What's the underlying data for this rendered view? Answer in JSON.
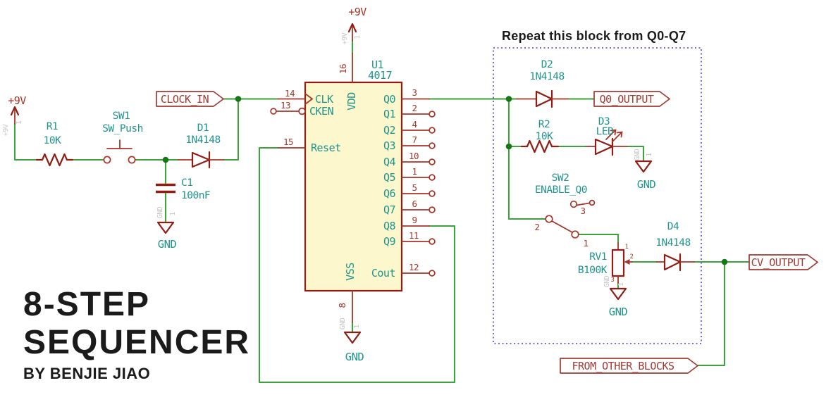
{
  "title": {
    "line1": "8-STEP",
    "line2": "SEQUENCER",
    "byline": "BY BENJIE JIAO"
  },
  "note": "Repeat this block from Q0-Q7",
  "nets": {
    "clock_in": "CLOCK_IN",
    "q0_output": "Q0_OUTPUT",
    "cv_output": "CV_OUTPUT",
    "from_other_blocks": "FROM_OTHER_BLOCKS"
  },
  "power": {
    "vcc": "+9V",
    "gnd": "GND",
    "hidden_pin": "1"
  },
  "ic": {
    "ref": "U1",
    "value": "4017",
    "left_pins": [
      {
        "num": "14",
        "name": "CLK"
      },
      {
        "num": "13",
        "name": "CKEN"
      },
      {
        "num": "15",
        "name": "Reset"
      }
    ],
    "right_pins": [
      {
        "num": "3",
        "name": "Q0"
      },
      {
        "num": "2",
        "name": "Q1"
      },
      {
        "num": "4",
        "name": "Q2"
      },
      {
        "num": "7",
        "name": "Q3"
      },
      {
        "num": "10",
        "name": "Q4"
      },
      {
        "num": "1",
        "name": "Q5"
      },
      {
        "num": "5",
        "name": "Q6"
      },
      {
        "num": "6",
        "name": "Q7"
      },
      {
        "num": "9",
        "name": "Q8"
      },
      {
        "num": "11",
        "name": "Q9"
      },
      {
        "num": "12",
        "name": "Cout"
      }
    ],
    "top_pin": {
      "num": "16",
      "name": "VDD"
    },
    "bottom_pin": {
      "num": "8",
      "name": "VSS"
    }
  },
  "components": {
    "r1": {
      "ref": "R1",
      "value": "10K"
    },
    "sw1": {
      "ref": "SW1",
      "value": "SW_Push"
    },
    "d1": {
      "ref": "D1",
      "value": "1N4148"
    },
    "c1": {
      "ref": "C1",
      "value": "100nF"
    },
    "d2": {
      "ref": "D2",
      "value": "1N4148"
    },
    "r2": {
      "ref": "R2",
      "value": "10K"
    },
    "d3": {
      "ref": "D3",
      "value": "LED"
    },
    "sw2": {
      "ref": "SW2",
      "value": "ENABLE_Q0",
      "pin_numbers": [
        "1",
        "2",
        "3"
      ]
    },
    "rv1": {
      "ref": "RV1",
      "value": "B100K",
      "pin_numbers": [
        "1",
        "2",
        "3"
      ]
    },
    "d4": {
      "ref": "D4",
      "value": "1N4148"
    }
  },
  "colors": {
    "wire": "#3da13d",
    "junction": "#157815",
    "symbol": "#8f1d14",
    "pin": "#a63428",
    "label": "#a03a33",
    "fieldtext": "#1f948d",
    "ic-fill": "#fcf7cd",
    "box-dash": "#5c5cda",
    "ghost": "#c6c6c6",
    "ink": "#1b1b1b"
  }
}
